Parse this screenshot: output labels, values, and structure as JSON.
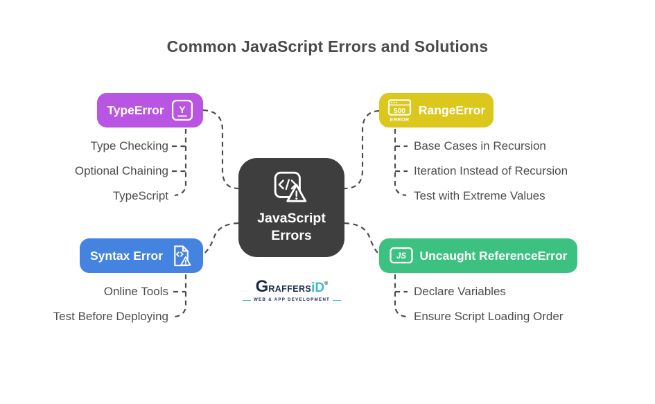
{
  "title": "Common JavaScript Errors and Solutions",
  "center_node": {
    "line1": "JavaScript",
    "line2": "Errors",
    "bg_color": "#3e3e3e",
    "icon": "code-warning-icon"
  },
  "branches": [
    {
      "label": "TypeError",
      "color": "#b955e3",
      "icon": "type-tool-icon",
      "icon_text": "Y",
      "items": [
        "Type Checking",
        "Optional Chaining",
        "TypeScript"
      ]
    },
    {
      "label": "RangeError",
      "color": "#dcc71d",
      "icon": "error-500-window-icon",
      "icon_text_500": "500",
      "icon_text_error": "ERROR",
      "items": [
        "Base Cases in Recursion",
        "Iteration Instead of Recursion",
        "Test with Extreme Values"
      ]
    },
    {
      "label": "Syntax Error",
      "color": "#4583e1",
      "icon": "file-code-warning-icon",
      "items": [
        "Online Tools",
        "Test Before Deploying"
      ]
    },
    {
      "label": "Uncaught ReferenceError",
      "color": "#3dc181",
      "icon": "js-badge-icon",
      "icon_text": "JS",
      "items": [
        "Declare Variables",
        "Ensure Script Loading Order"
      ]
    }
  ],
  "logo": {
    "text_g": "G",
    "text_raffers": "RAFFERS",
    "text_id": "iD",
    "registered_mark": "®",
    "tagline": "WEB & APP DEVELOPMENT",
    "navy": "#1b2950",
    "teal": "#35bcd3"
  },
  "connector_color": "#4d4d4d"
}
